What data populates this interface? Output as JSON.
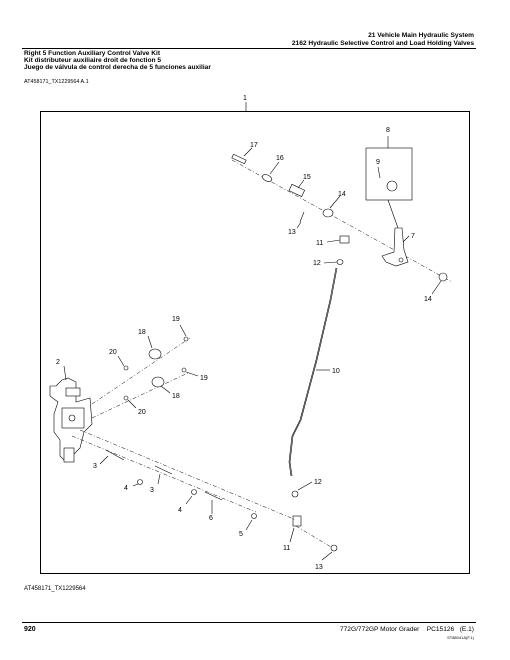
{
  "header": {
    "section": "21 Vehicle Main Hydraulic System",
    "subsection": "2162 Hydraulic Selective Control and Load Holding Valves"
  },
  "title": {
    "en": "Right 5 Function Auxiliary Control Valve Kit",
    "fr": "Kit distributeur auxiliaire droit de fonction 5",
    "es": "Juego de válvula de control derecha de 5 funciones auxiliar"
  },
  "figure_ref_top": "AT458171_TX1229564 A.1",
  "figure_ref_bottom": "AT458171_TX1229564",
  "callouts": {
    "c1": "1",
    "c2": "2",
    "c3a": "3",
    "c3b": "3",
    "c4a": "4",
    "c4b": "4",
    "c5": "5",
    "c6": "6",
    "c7": "7",
    "c8": "8",
    "c9": "9",
    "c10": "10",
    "c11a": "11",
    "c11b": "11",
    "c12a": "12",
    "c12b": "12",
    "c13a": "13",
    "c13b": "13",
    "c14a": "14",
    "c14b": "14",
    "c15": "15",
    "c16": "16",
    "c17": "17",
    "c18a": "18",
    "c18b": "18",
    "c19a": "19",
    "c19b": "19",
    "c20a": "20",
    "c20b": "20"
  },
  "footer": {
    "page_number": "920",
    "model": "772G/772GP Motor Grader",
    "publication": "PC15126",
    "edition": "(E.1)",
    "code": "ST88041A(F.1)"
  }
}
